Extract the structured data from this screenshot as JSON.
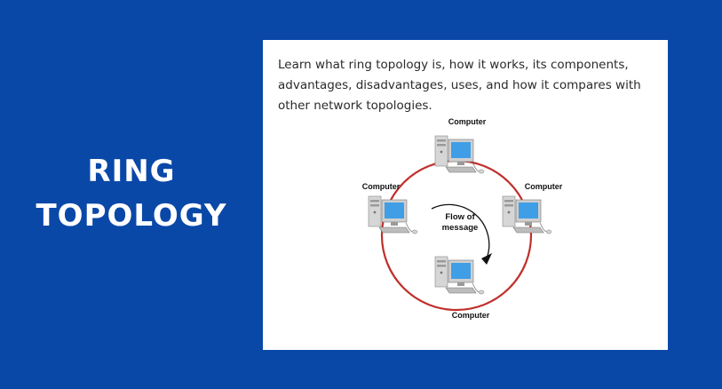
{
  "title": {
    "line1": "RING",
    "line2": "TOPOLOGY"
  },
  "card": {
    "intro": "Learn what ring topology is, how it works, its components, advantages, disadvantages, uses, and how it compares with other network topologies."
  },
  "diagram": {
    "nodes": [
      {
        "label": "Computer",
        "position": "top"
      },
      {
        "label": "Computer",
        "position": "right"
      },
      {
        "label": "Computer",
        "position": "bottom"
      },
      {
        "label": "Computer",
        "position": "left"
      }
    ],
    "flow_label_line1": "Flow of",
    "flow_label_line2": "message",
    "colors": {
      "ring": "#c0302c",
      "monitor_screen": "#3f9ee6",
      "case": "#d3d3d3"
    }
  }
}
